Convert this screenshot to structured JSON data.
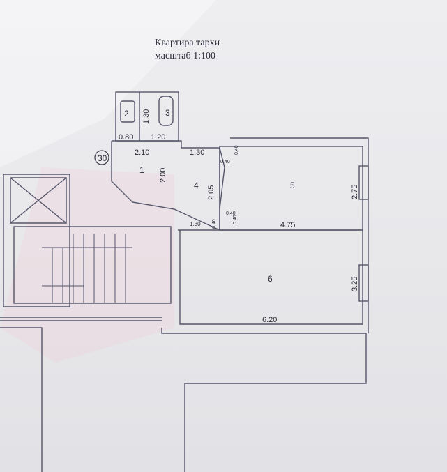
{
  "header": {
    "title": "Квартира тархи",
    "scale": "масштаб 1:100"
  },
  "plan": {
    "apartment_number": "30",
    "rooms": [
      {
        "number": "1"
      },
      {
        "number": "2"
      },
      {
        "number": "3"
      },
      {
        "number": "4"
      },
      {
        "number": "5"
      },
      {
        "number": "6"
      }
    ],
    "dimensions": {
      "d_080": "0.80",
      "d_130_bath": "1.30",
      "d_120": "1.20",
      "d_210": "2.10",
      "d_200": "2.00",
      "d_130_hall": "1.30",
      "d_205": "2.05",
      "d_130_small": "1.30",
      "d_040_a": "0.40",
      "d_040_b": "0.40",
      "d_040_c": "0.40",
      "d_040_d": "0.40",
      "d_040_e": "0.40",
      "d_475": "4.75",
      "d_275": "2.75",
      "d_620": "6.20",
      "d_325": "3.25"
    }
  }
}
